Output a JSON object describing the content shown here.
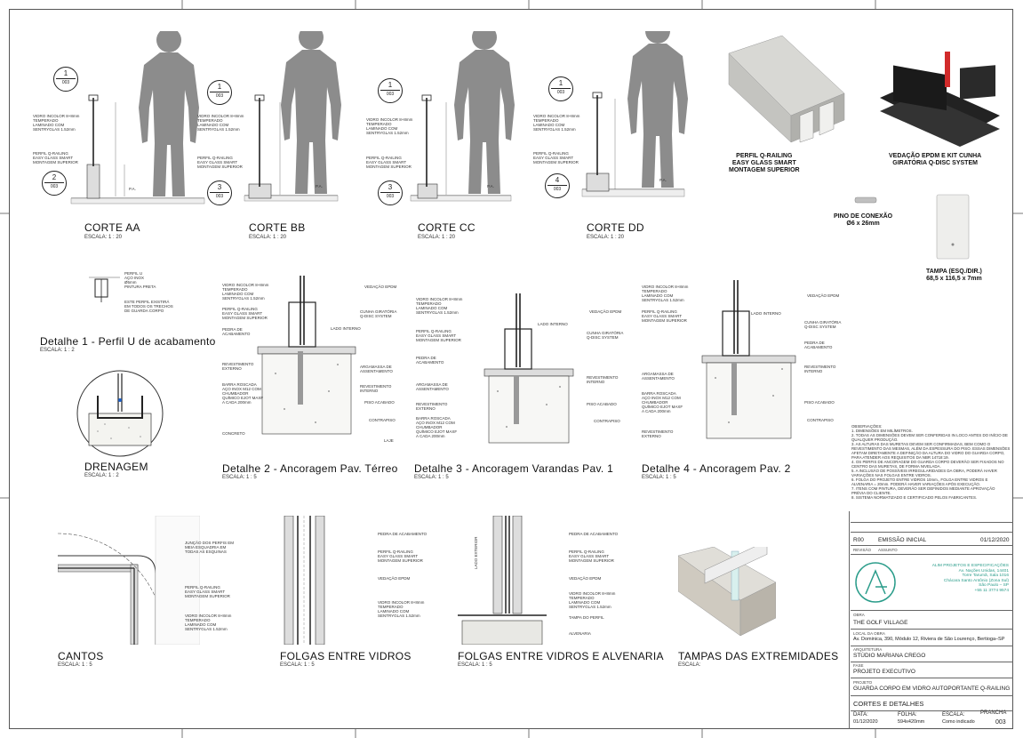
{
  "sections": {
    "corte_aa": {
      "title": "CORTE AA",
      "scale": "ESCALA:  1 : 20"
    },
    "corte_bb": {
      "title": "CORTE BB",
      "scale": "ESCALA:  1 : 20"
    },
    "corte_cc": {
      "title": "CORTE CC",
      "scale": "ESCALA:  1 : 20"
    },
    "corte_dd": {
      "title": "CORTE DD",
      "scale": "ESCALA:  1 : 20"
    },
    "detalhe1": {
      "title": "Detalhe 1 - Perfil U de acabamento",
      "scale": "ESCALA:  1 : 2"
    },
    "drenagem": {
      "title": "DRENAGEM",
      "scale": "ESCALA:  1 : 2"
    },
    "detalhe2": {
      "title": "Detalhe 2 - Ancoragem Pav. Térreo",
      "scale": "ESCALA:  1 : 5"
    },
    "detalhe3": {
      "title": "Detalhe 3 - Ancoragem Varandas Pav. 1",
      "scale": "ESCALA:  1 : 5"
    },
    "detalhe4": {
      "title": "Detalhe 4 - Ancoragem Pav. 2",
      "scale": "ESCALA:  1 : 5"
    },
    "cantos": {
      "title": "CANTOS",
      "scale": "ESCALA:  1 : 5"
    },
    "folgas": {
      "title": "FOLGAS ENTRE VIDROS",
      "scale": "ESCALA:  1 : 5"
    },
    "folgas_alv": {
      "title": "FOLGAS ENTRE VIDROS E ALVENARIA",
      "scale": "ESCALA:  1 : 5"
    },
    "tampas": {
      "title": "TAMPAS DAS EXTREMIDADES",
      "scale": "ESCALA:"
    }
  },
  "bubbles": {
    "aa_top": "1",
    "aa_top_sub": "003",
    "aa_bot": "2",
    "aa_bot_sub": "003",
    "bb_top": "1",
    "bb_top_sub": "003",
    "bb_bot": "3",
    "bb_bot_sub": "003",
    "cc_top": "1",
    "cc_top_sub": "003",
    "cc_bot": "3",
    "cc_bot_sub": "003",
    "dd_top": "1",
    "dd_top_sub": "003",
    "dd_bot": "4",
    "dd_bot_sub": "003"
  },
  "notes": {
    "vidro": "VIDRO INCOLOR 8+8mm\nTEMPERADO\nLAMINADO COM\nSENTRYGLAS 1.52mm",
    "perfil": "PERFIL Q-RAILING\nEASY GLASS SMART\nMONTAGEM SUPERIOR",
    "pa": "P.A.",
    "d1_perfil": "PERFIL U\nAÇO INOX\nØ5mm\nPINTURA PRETA",
    "d1_note": "ESTE PERFIL EXISTIRÁ\nEM TODOS OS TRECHOS\nDE GUARDA CORPO",
    "vedacao": "VEDAÇÃO EPDM",
    "cunha": "CUNHA GIRATÓRIA\nQ-DISC SYSTEM",
    "lado_interno": "LADO INTERNO",
    "pedra": "PEDRA DE\nACABAMENTO",
    "argamassa": "ARGAMASSA DE\nASSENTAMENTO",
    "revest_ext": "REVESTIMENTO\nEXTERNO",
    "revest_int": "REVESTIMENTO\nINTERNO",
    "barra": "BARRA ROSCADA\nAÇO INOX M12 COM\nCHUMBADOR\nQUÍMICO EJOT MAXF\nA CADA 200mm",
    "piso": "PISO ACABADO",
    "contrapiso": "CONTRAPISO",
    "concreto": "CONCRETO",
    "laje": "LAJE",
    "juncao": "JUNÇÃO DOS PERFIS EM\nMEIA ESQUADRIA EM\nTODAS AS ESQUINAS",
    "tampa_perfil": "TAMPA DO PERFIL",
    "alvenaria": "ALVENARIA",
    "lado_exterior": "LADO EXTERIOR"
  },
  "products": {
    "perfil": "PERFIL Q-RAILING\nEASY GLASS SMART\nMONTAGEM SUPERIOR",
    "vedacao": "VEDAÇÃO EPDM E KIT CUNHA\nGIRATÓRIA Q-DISC SYSTEM",
    "pino": "PINO DE CONEXÃO\nØ6 x 26mm",
    "tampa": "TAMPA (ESQ./DIR.)\n68,5 x 116,5 x 7mm"
  },
  "observacoes": "OBSERVAÇÕES:\n1. DIMENSÕES EM MILÍMETROS.\n2. TODAS AS DIMENSÕES DEVEM SER CONFERIDAS IN LOCO ANTES DO INÍCIO DE\nQUALQUER PRODUÇÃO.\n3. AS ALTURAS DAS MURETAS DEVEM SER CONFIRMADAS, BEM COMO O\nREVESTIMENTO DAS MESMAS, ALÉM DA ESPESSURA DO PISO. ESSAS DIMENSÕES\nAFETAM DIRETAMENTE A DEFINIÇÃO DA ALTURA DO VIDRO DO GUARDA CORPO,\nPARA ATENDER AOS REQUISITOS DA NBR 14718:19.\n4. OS PERFIS DE ANCORAGEM DO GUARDA CORPO DEVERÃO SER FIXADOS NO\nCENTRO DAS MURETAS, DE FORMA NIVELADA.\n5. A INCLUSÃO DE POSSÍVEIS IRREGULARIDADES DA OBRA, PODERÁ HAVER\nVARIAÇÕES NAS FOLGAS ENTRE VIDROS.\n6. FOLGA DO PROJETO ENTRE VIDROS 10mm., FOLGA ENTRE VIDROS E\nALVENARIA = 20mm. PODERÁ HAVER VARIAÇÕES APÓS EXECUÇÃO.\n7. ITENS COM PINTURA, DEVERÃO SER DEFINIDOS MEDIANTE APROVAÇÃO\nPRÉVIA DO CLIENTE.\n8. SISTEMA NORMATIZADO E CERTIFICADO PELOS FABRICANTES.",
  "title_block": {
    "rev_code": "R00",
    "rev_desc": "EMISSÃO INICIAL",
    "rev_date": "01/12/2020",
    "rev_lbl": "REVISÃO",
    "assunto_lbl": "ASSUNTO",
    "company": "ALIM PROJETOS E ESPECIFICAÇÕES\nAv. Nações Unidas, 14401\nTorre Tarumã, Sala 1016\nChácara Santo Antônio (Zona Sul)\nSão Paulo – SP\n+55 11 3774 9574",
    "obra_lbl": "OBRA",
    "obra": "THE GOLF VILLAGE",
    "local_lbl": "LOCAL DA OBRA",
    "local": "Av. Dominica, 390, Módulo 12, Riviera de São Lourenço, Bertioga–SP",
    "arq_lbl": "ARQUITETURA",
    "arq": "STÚDIO MARIANA CREGO",
    "fase_lbl": "FASE",
    "fase": "PROJETO EXECUTIVO",
    "projeto_lbl": "PROJETO",
    "projeto": "GUARDA CORPO EM VIDRO AUTOPORTANTE Q-RAILING",
    "sheet_title": "CORTES E DETALHES",
    "data_lbl": "DATA:",
    "data": "01/12/2020",
    "folha_lbl": "FOLHA:",
    "folha": "594x420mm",
    "escala_lbl": "ESCALA:",
    "escala": "Como indicado",
    "prancha_lbl": "PRANCHA",
    "prancha": "003"
  },
  "colors": {
    "accent": "#2a9c8a",
    "silhouette": "#8c8c8c",
    "line": "#333333"
  }
}
